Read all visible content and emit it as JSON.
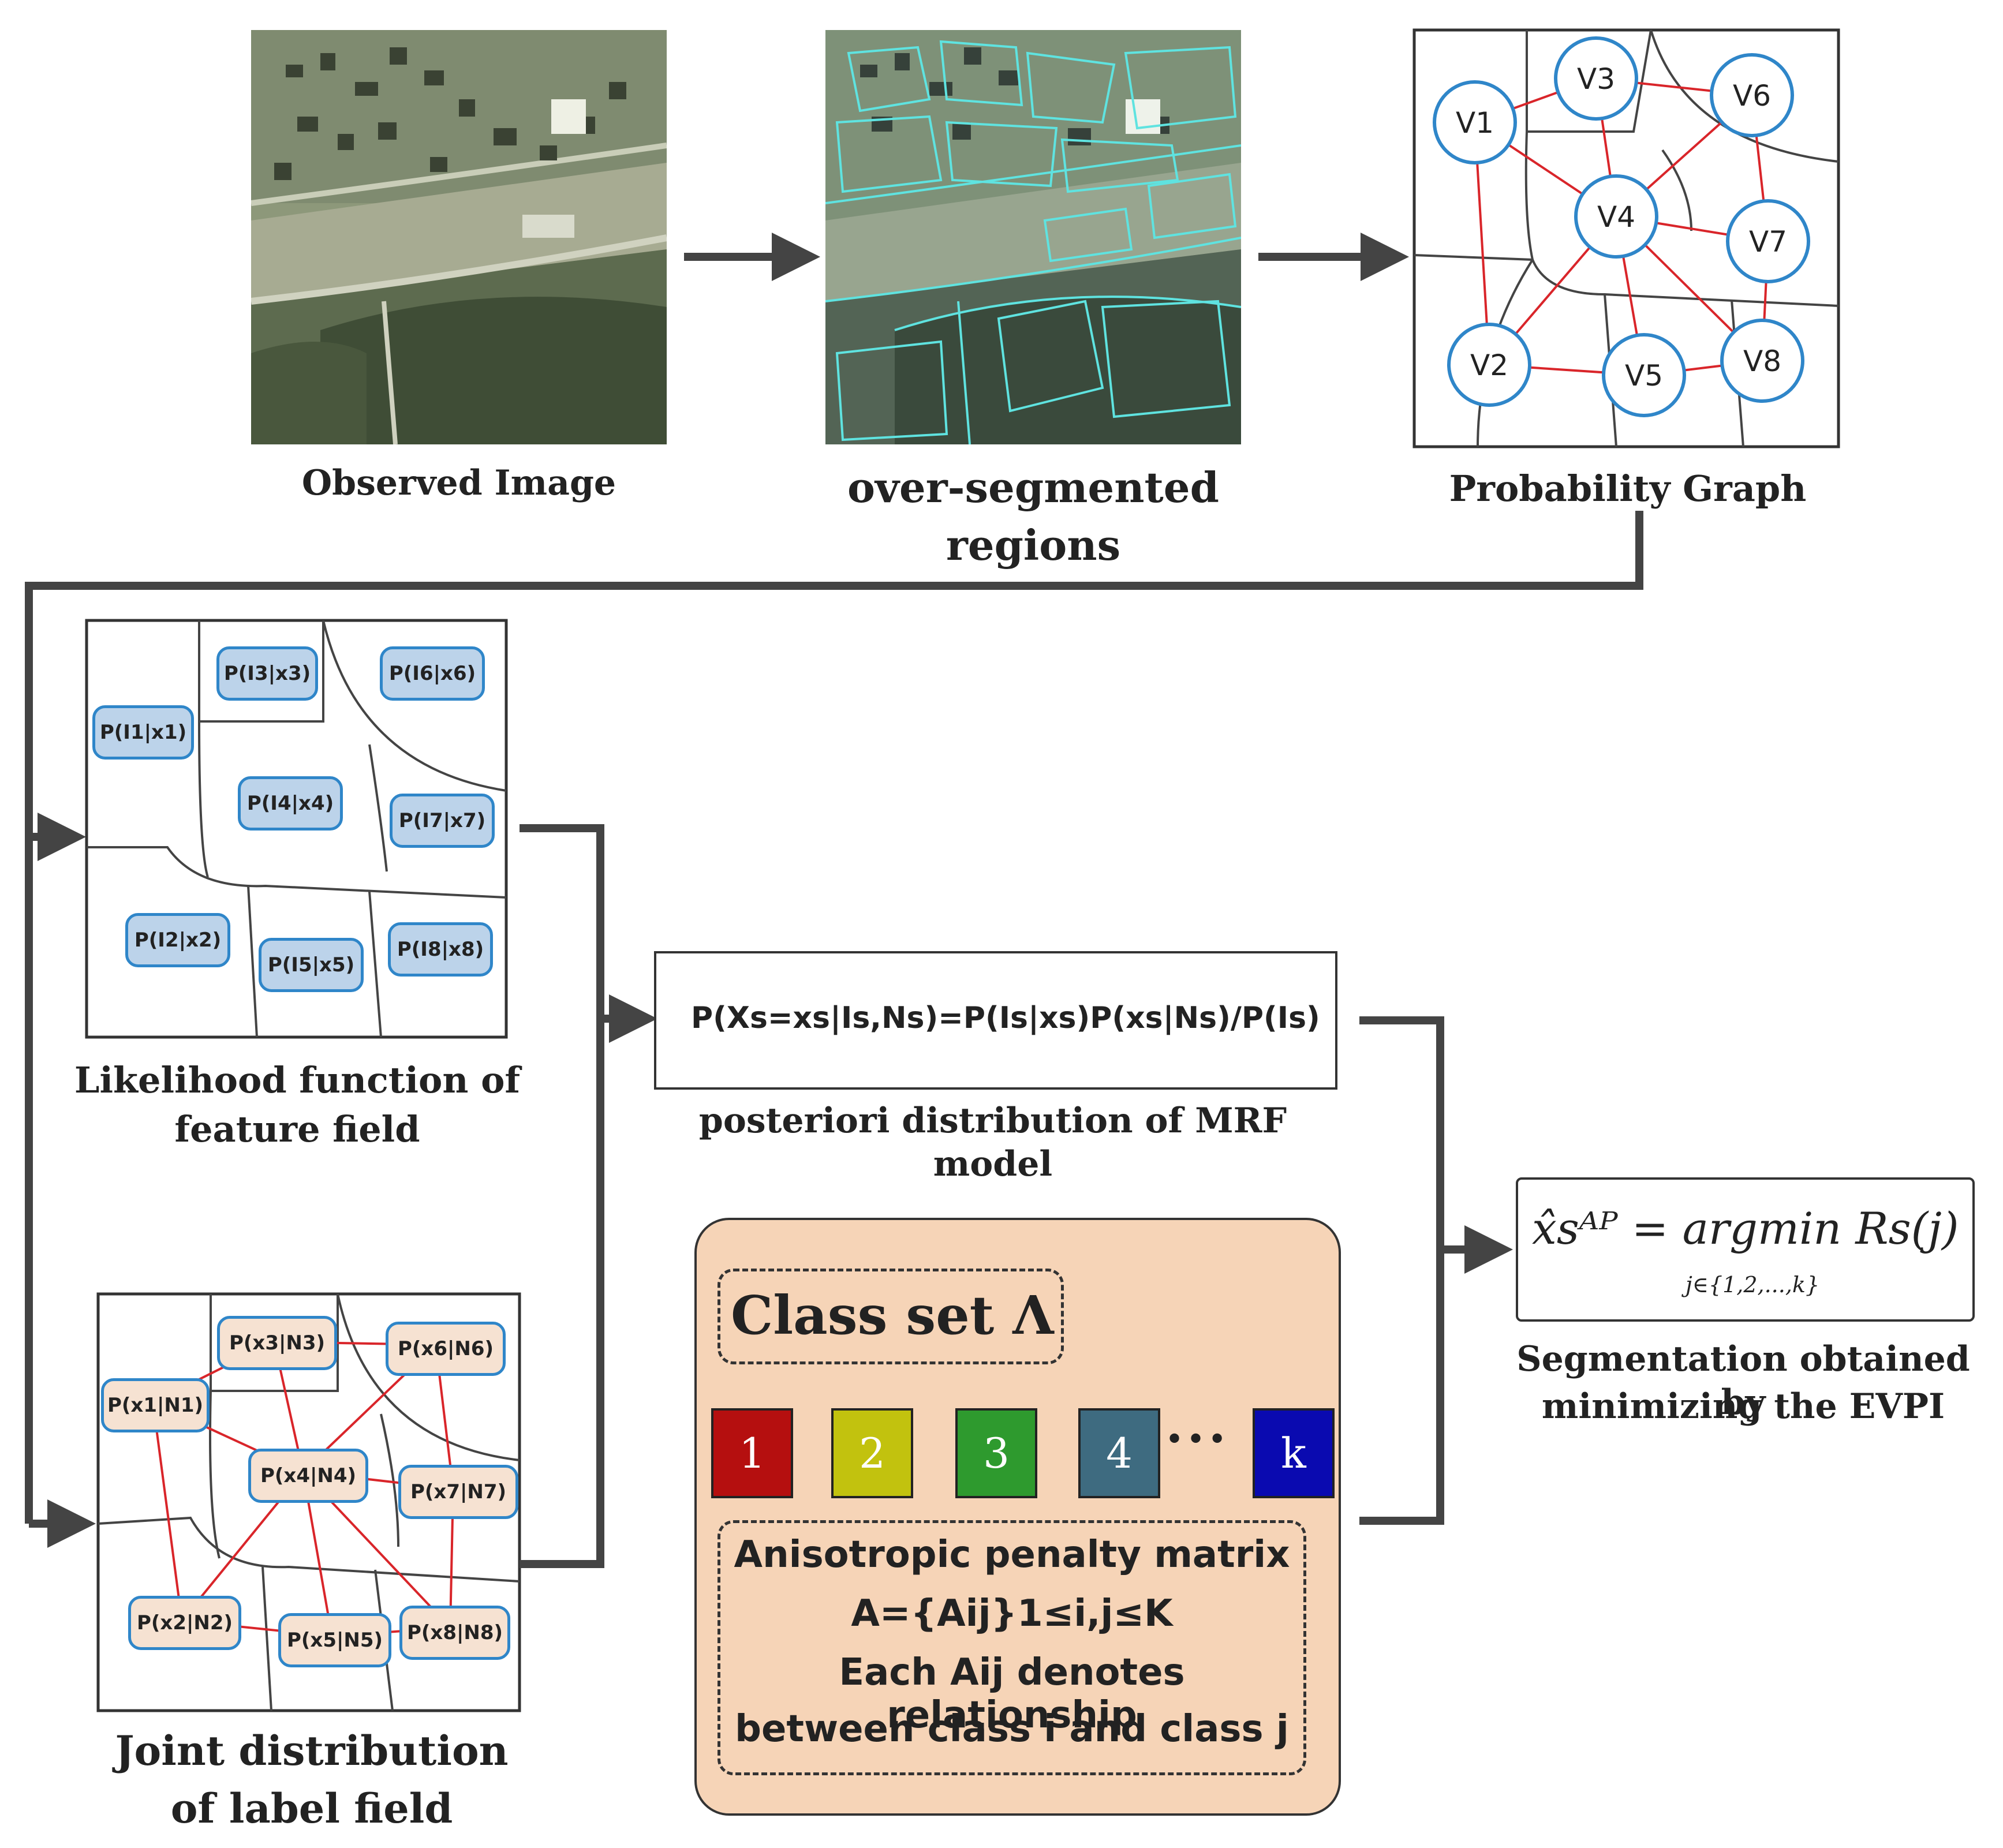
{
  "top_row": {
    "observed_label": "Observed Image",
    "overseg_label_line1": "over-segmented",
    "overseg_label_line2": "regions",
    "graph_label": "Probability Graph",
    "graph_nodes": [
      "V1",
      "V3",
      "V6",
      "V4",
      "V7",
      "V2",
      "V5",
      "V8"
    ]
  },
  "likelihood": {
    "label_line1": "Likelihood function of",
    "label_line2": "feature field",
    "terms": [
      "P(I3|x3)",
      "P(I6|x6)",
      "P(I1|x1)",
      "P(I4|x4)",
      "P(I7|x7)",
      "P(I2|x2)",
      "P(I5|x5)",
      "P(I8|x8)"
    ]
  },
  "joint": {
    "label_line1": "Joint distribution",
    "label_line2": "of label field",
    "terms": [
      "P(x3|N3)",
      "P(x6|N6)",
      "P(x1|N1)",
      "P(x4|N4)",
      "P(x7|N7)",
      "P(x2|N2)",
      "P(x5|N5)",
      "P(x8|N8)"
    ]
  },
  "posterior": {
    "formula": "P(Xs=xs|Is,Ns)=P(Is|xs)P(xs|Ns)/P(Is)",
    "label": "posteriori distribution of MRF model"
  },
  "class_set": {
    "title": "Class set  Λ",
    "classes": [
      "1",
      "2",
      "3",
      "4",
      "k"
    ],
    "ellipsis": "•••",
    "penalty_line1": "Anisotropic penalty matrix",
    "penalty_line2": "A={Aij}1≤i,j≤K",
    "penalty_line3": "Each Aij denotes relationship",
    "penalty_line4": "between class i and class j",
    "colors": [
      "#b50f0f",
      "#c2c20e",
      "#2e9a2e",
      "#3e6b80",
      "#0a0ab0"
    ]
  },
  "segmentation": {
    "formula": "x̂sᴬᴾ = argmin Rs(j)",
    "subscript": "j∈{1,2,...,k}",
    "label_line1": "Segmentation obtained by",
    "label_line2": "minimizing the EVPI"
  },
  "colors": {
    "edge_red": "#d9252a",
    "node_blue": "#2f86c9",
    "box_fill_blue": "#bcd3ea",
    "box_fill_peach": "#f6e2d2",
    "panel_fill": "#f6d4b7",
    "arrow": "#444444"
  }
}
